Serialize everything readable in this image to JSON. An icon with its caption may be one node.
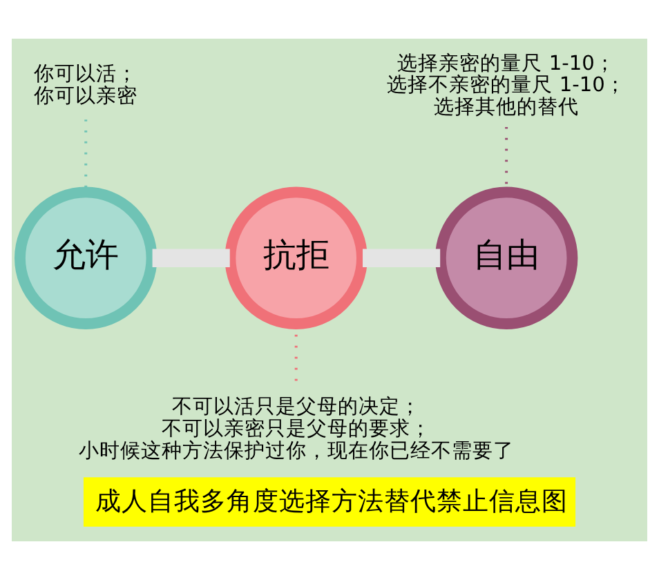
{
  "diagram": {
    "caption": "成人自我多角度选择方法替代禁止信息图",
    "nodes": [
      {
        "text": [
          "你可以活；",
          "你可以亲密"
        ]
      },
      {
        "text": [
          "选择亲密的量尺 1-10；",
          "选择不亲密的量尺 1-10；",
          "选择其他的替代"
        ]
      },
      {
        "text": [
          "允许"
        ]
      },
      {
        "text": [
          "抗拒"
        ]
      },
      {
        "text": [
          "自由"
        ]
      },
      {
        "text": [
          "不可以活只是父母的决定；",
          "不可以亲密只是父母的要求；",
          "小时候这种方法保护过你，现在你已经不需要了"
        ]
      }
    ],
    "edges": [
      {
        "from": 0,
        "to": 2,
        "arrow": "none",
        "style": "dashed",
        "color": "#6fc3b5"
      },
      {
        "from": 1,
        "to": 4,
        "arrow": "none",
        "style": "dashed",
        "color": "#9a4f72"
      },
      {
        "from": 2,
        "to": 3,
        "arrow": "none",
        "style": "thick",
        "color": "#e4e4e4"
      },
      {
        "from": 3,
        "to": 4,
        "arrow": "none",
        "style": "thick",
        "color": "#e4e4e4"
      },
      {
        "from": 3,
        "to": 5,
        "arrow": "none",
        "style": "dashed",
        "color": "#f07178"
      }
    ]
  }
}
